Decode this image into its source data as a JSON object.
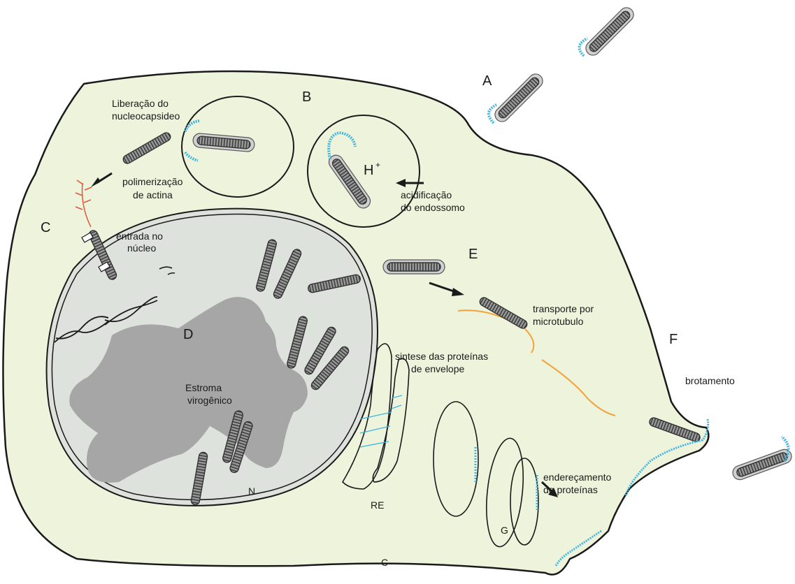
{
  "labels": {
    "A": "A",
    "B": "B",
    "C": "C",
    "D": "D",
    "E": "E",
    "F": "F",
    "H": "H",
    "H_sup": "+",
    "N": "N",
    "RE": "RE",
    "G": "G",
    "c_lower": "C"
  },
  "text": {
    "liberacao_1": "Liberação do",
    "liberacao_2": "nucleocapsideo",
    "polimerizacao_1": "polimerização",
    "polimerizacao_2": "de actina",
    "acidificacao_1": "acidificação",
    "acidificacao_2": "do endossomo",
    "entrada_1": "entrada no",
    "entrada_2": "núcleo",
    "transporte_1": "transporte por",
    "transporte_2": "microtubulo",
    "sintese_1": "sintese das proteínas",
    "sintese_2": "de envelope",
    "estroma_1": "Estroma",
    "estroma_2": "virogênico",
    "brotamento": "brotamento",
    "enderecamento_1": "endereçamento",
    "enderecamento_2": "de proteínas"
  },
  "colors": {
    "cytoplasm": "#eef3dc",
    "nucleus": "#dde3dc",
    "stroma": "#a6a6a6",
    "capsid": "#8c8c8c",
    "envelope": "#3fb6e0",
    "actin": "#e0573a",
    "microtubule": "#f2a33a",
    "outline": "#1a1a1a"
  }
}
